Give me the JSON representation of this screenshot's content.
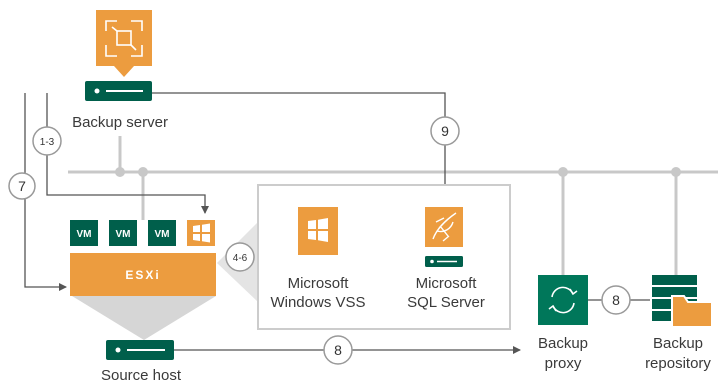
{
  "backup_server": {
    "label": "Backup server"
  },
  "source_host": {
    "label": "Source host"
  },
  "esxi": {
    "label": "ESXi"
  },
  "vms": [
    "VM",
    "VM",
    "VM"
  ],
  "vss": {
    "label_line1": "Microsoft",
    "label_line2": "Windows VSS"
  },
  "sql": {
    "label_line1": "Microsoft",
    "label_line2": "SQL Server"
  },
  "proxy": {
    "label_line1": "Backup",
    "label_line2": "proxy"
  },
  "repository": {
    "label_line1": "Backup",
    "label_line2": "repository"
  },
  "steps": {
    "s1_3": "1-3",
    "s7": "7",
    "s9": "9",
    "s4_6": "4-6",
    "s8_bottom": "8",
    "s8_right": "8"
  },
  "colors": {
    "orange": "#ec9c3f",
    "dark_green": "#005f4b",
    "green": "#00775a",
    "line": "#555555",
    "network": "#c8c8c8"
  }
}
